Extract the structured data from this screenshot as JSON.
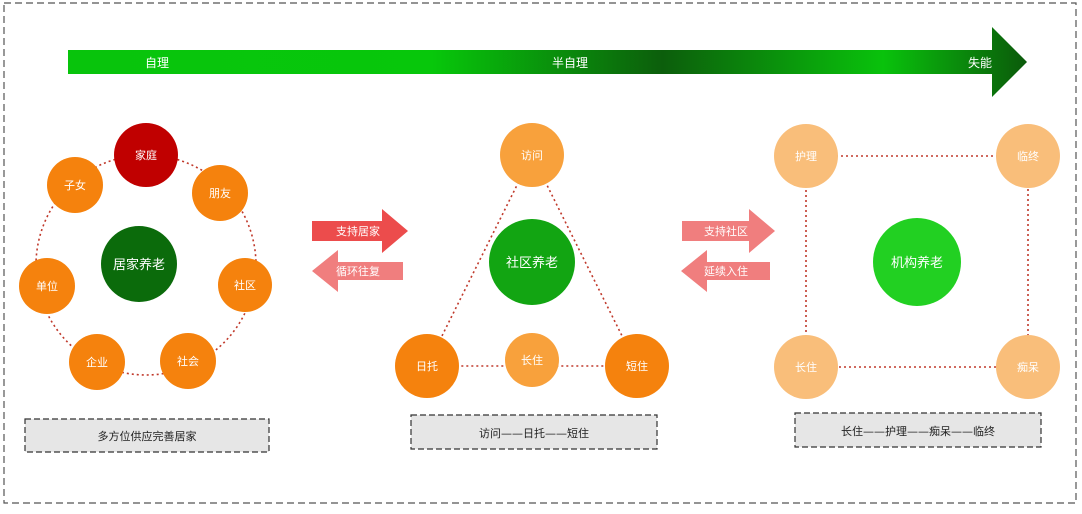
{
  "colors": {
    "orange": "#F5820D",
    "dark_red": "#C00000",
    "dark_green": "#0B6B0B",
    "green": "#12A512",
    "bright_green": "#22D022",
    "light_orange": "#F9BE7A",
    "mid_orange": "#F8A13C",
    "dot_line": "#C0392B",
    "banner_red": "#EC4C4C",
    "banner_pink": "#F07E7E",
    "box_fill": "#E6E6E6"
  },
  "top_arrow": {
    "labels": [
      "自理",
      "半自理",
      "失能"
    ]
  },
  "home_care": {
    "center": "居家养老",
    "nodes": [
      "家庭",
      "朋友",
      "社区",
      "社会",
      "企业",
      "单位",
      "子女"
    ],
    "caption": "多方位供应完善居家"
  },
  "community_care": {
    "center": "社区养老",
    "nodes": [
      "访问",
      "日托",
      "长住",
      "短住"
    ],
    "caption": "访问——日托——短住"
  },
  "institution_care": {
    "center": "机构养老",
    "nodes": [
      "护理",
      "临终",
      "长住",
      "痴呆"
    ],
    "caption": "长住——护理——痴呆——临终"
  },
  "transfers": {
    "left_forward": "支持居家",
    "left_back": "循环往复",
    "right_forward": "支持社区",
    "right_back": "延续入住"
  }
}
